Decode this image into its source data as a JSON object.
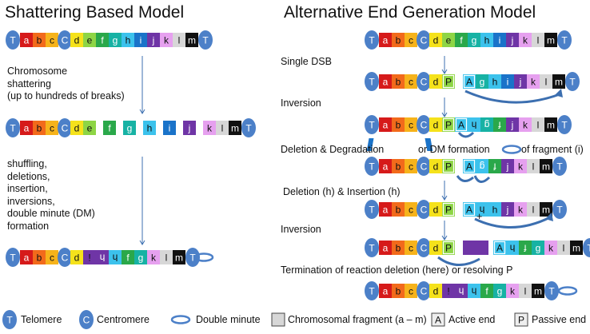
{
  "titles": {
    "left": "Shattering Based Model",
    "right": "Alternative End Generation Model"
  },
  "colors": {
    "a": "#d61a1a",
    "b": "#f26a1b",
    "c": "#f6b31b",
    "d": "#f5e21b",
    "e": "#8ed545",
    "f": "#2aa84a",
    "g": "#17b2a4",
    "h": "#3cc2ec",
    "i": "#1a73c9",
    "j": "#6f35a6",
    "k": "#e6a0ef",
    "l": "#d7d7d7",
    "m": "#111111",
    "telomere": "#4c80c8",
    "arrow": "#3c6fb0"
  },
  "tokens": {
    "telomere": "T",
    "centromere": "C",
    "active": "A",
    "passive": "P",
    "letters": [
      "a",
      "b",
      "c",
      "d",
      "e",
      "f",
      "g",
      "h",
      "i",
      "j",
      "k",
      "l",
      "m"
    ]
  },
  "left_steps": {
    "step1": "Chromosome\nshattering\n(up to hundreds of breaks)",
    "step2": "shuffling,\ndeletions,\ninsertion,\ninversions,\ndouble minute (DM)\nformation"
  },
  "right_steps": {
    "s1": "Single DSB",
    "s2": "Inversion",
    "s3a": "Deletion & Degradation",
    "s3b": "or DM formation",
    "s3c": "of fragment (i)",
    "s4": "Deletion (h) & Insertion (h)",
    "s4_plus": "+",
    "s5": "Inversion",
    "s6": "Termination of reaction deletion (here) or resolving P"
  },
  "legend": {
    "telomere": "Telomere",
    "centromere": "Centromere",
    "double_minute": "Double minute",
    "fragment": "Chromosomal fragment (a – m)",
    "active": "Active end",
    "passive": "Passive end"
  }
}
